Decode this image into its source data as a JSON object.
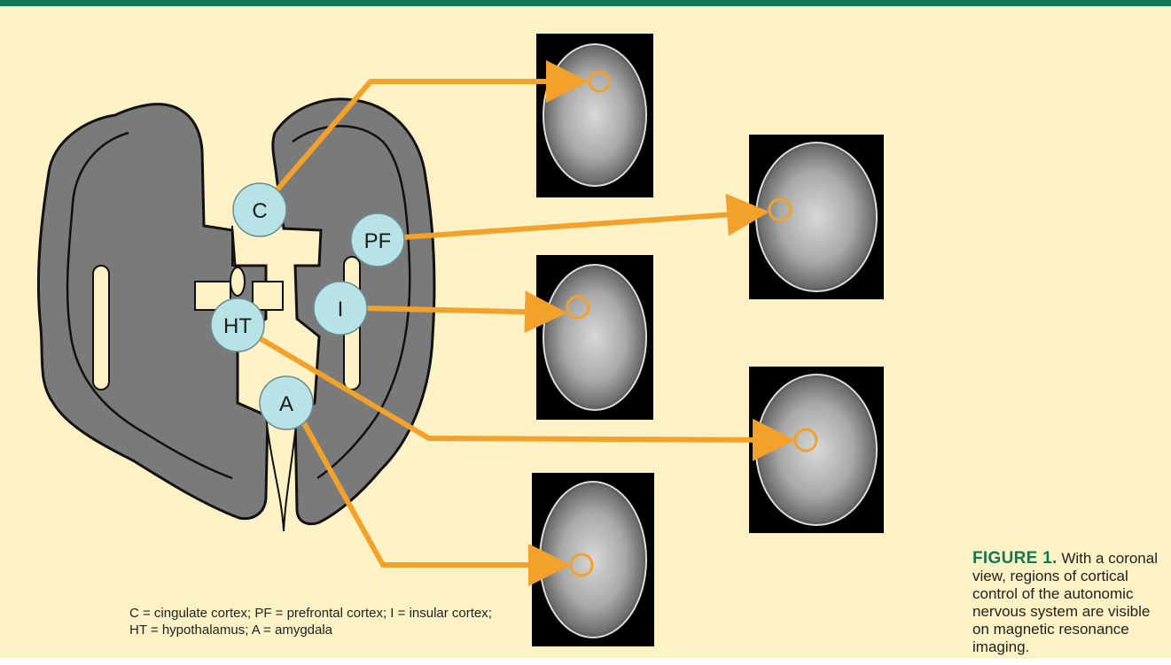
{
  "regions": [
    {
      "id": "C",
      "label": "C"
    },
    {
      "id": "PF",
      "label": "PF"
    },
    {
      "id": "I",
      "label": "I"
    },
    {
      "id": "HT",
      "label": "HT"
    },
    {
      "id": "A",
      "label": "A"
    }
  ],
  "legend": {
    "line1": "C = cingulate cortex; PF = prefrontal cortex; I = insular cortex;",
    "line2": "HT = hypothalamus; A = amygdala"
  },
  "caption": {
    "label": "FIGURE 1.",
    "text": " With a coronal view, regions of cortical control of the autonomic nervous system are visible on magnetic resonance imaging."
  },
  "colors": {
    "accent_green": "#0f7a52",
    "background": "#fdf1c6",
    "arrow_orange": "#f2a12a",
    "region_fill": "#b8e3e6",
    "brain_gray": "#7a7a7a"
  }
}
